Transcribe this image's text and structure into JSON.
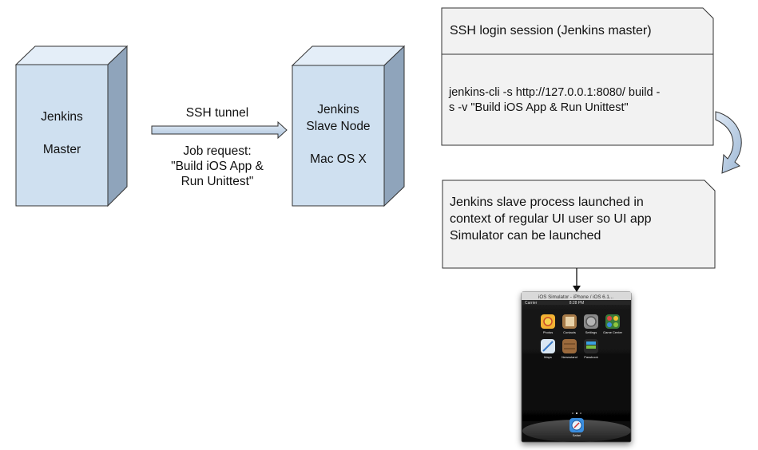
{
  "master": {
    "name": "Jenkins",
    "role": "Master"
  },
  "tunnel": {
    "label": "SSH tunnel",
    "request": "Job request:\n\"Build iOS App &\nRun Unittest\""
  },
  "slave": {
    "line1": "Jenkins",
    "line2": "Slave Node",
    "os": "Mac OS X"
  },
  "ssh_note": {
    "title": "SSH login session (Jenkins master)",
    "command_line1": "jenkins-cli -s http://127.0.0.1:8080/  build -",
    "command_line2": "s -v \"Build iOS App & Run Unittest\""
  },
  "process_note": {
    "line1": "Jenkins slave process launched in",
    "line2": "context of regular UI user so UI app",
    "line3": "Simulator can be launched"
  },
  "simulator": {
    "title": "iOS Simulator - iPhone / iOS 6.1...",
    "carrier": "Carrier",
    "time": "8:28 PM",
    "apps": [
      "Photos",
      "Contacts",
      "Settings",
      "Game Center",
      "Maps",
      "Newsstand",
      "Passbook"
    ],
    "dock_app": "Safari"
  },
  "colors": {
    "box_front": "#cfe0f0",
    "box_top": "#e4eef8",
    "box_side": "#8fa4bb",
    "note_fill": "#f2f2f2",
    "outline": "#333333"
  }
}
